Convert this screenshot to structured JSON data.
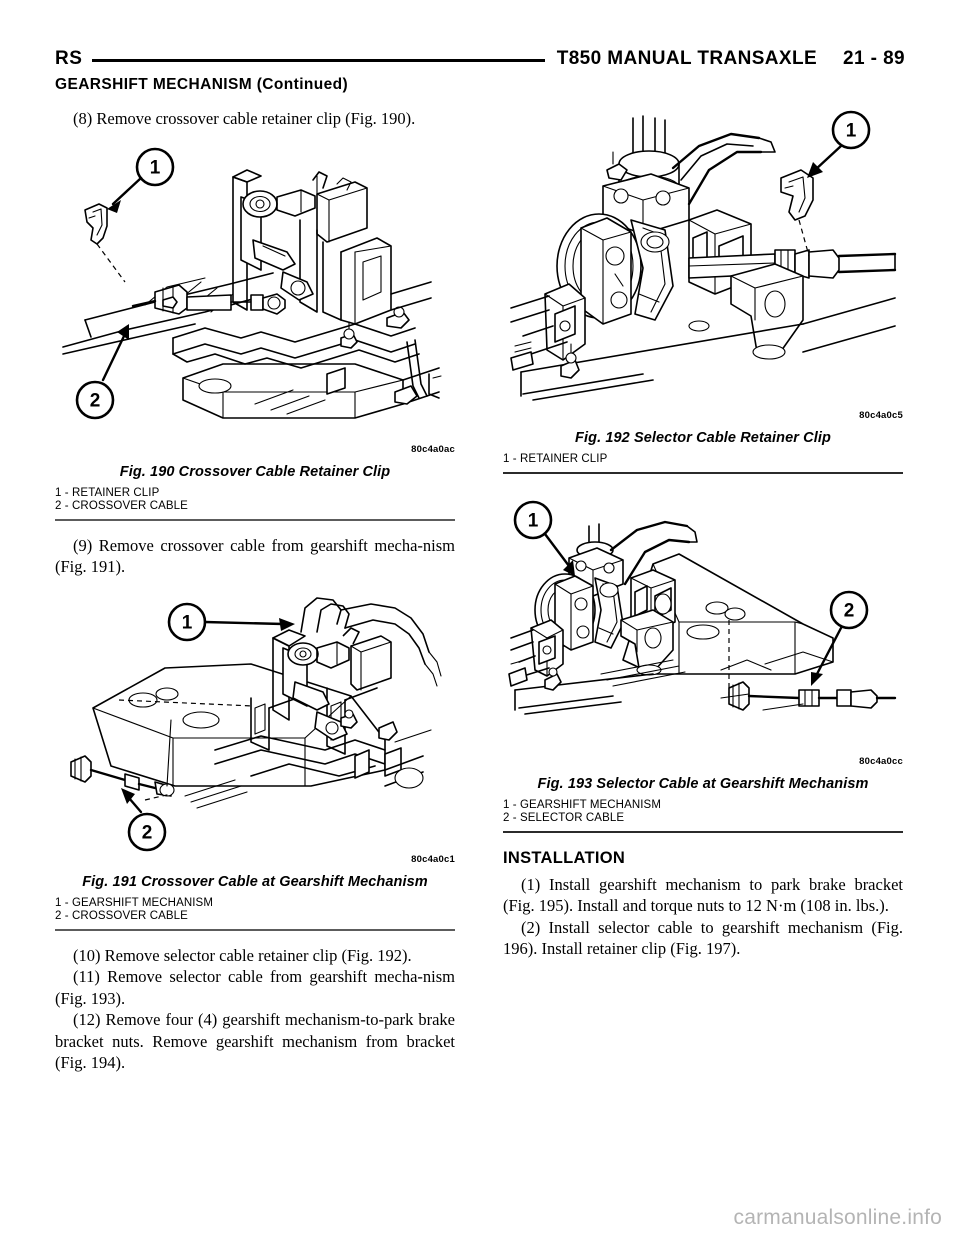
{
  "header": {
    "left_code": "RS",
    "title": "T850 MANUAL TRANSAXLE",
    "page_number": "21 - 89"
  },
  "section_continued": "GEARSHIFT MECHANISM (Continued)",
  "left_column": {
    "step_8": "(8) Remove crossover cable retainer clip (Fig. 190).",
    "fig190": {
      "art_code": "80c4a0ac",
      "caption": "Fig. 190 Crossover Cable Retainer Clip",
      "legend": [
        "1 - RETAINER CLIP",
        "2 - CROSSOVER CABLE"
      ],
      "callouts": [
        "1",
        "2"
      ]
    },
    "step_9": "(9) Remove crossover cable from gearshift mecha-nism (Fig. 191).",
    "fig191": {
      "art_code": "80c4a0c1",
      "caption": "Fig. 191 Crossover Cable at Gearshift Mechanism",
      "legend": [
        "1 - GEARSHIFT MECHANISM",
        "2 - CROSSOVER CABLE"
      ],
      "callouts": [
        "1",
        "2"
      ]
    },
    "step_10": "(10) Remove selector cable retainer clip (Fig. 192).",
    "step_11": "(11) Remove selector cable from gearshift mecha-nism (Fig. 193).",
    "step_12": "(12) Remove four (4) gearshift mechanism-to-park brake bracket nuts. Remove gearshift mechanism from bracket (Fig. 194)."
  },
  "right_column": {
    "fig192": {
      "art_code": "80c4a0c5",
      "caption": "Fig. 192 Selector Cable Retainer Clip",
      "legend": [
        "1 - RETAINER CLIP"
      ],
      "callouts": [
        "1"
      ]
    },
    "fig193": {
      "art_code": "80c4a0cc",
      "caption": "Fig. 193 Selector Cable at Gearshift Mechanism",
      "legend": [
        "1 - GEARSHIFT MECHANISM",
        "2 - SELECTOR CABLE"
      ],
      "callouts": [
        "1",
        "2"
      ]
    },
    "installation_heading": "INSTALLATION",
    "install_1": "(1) Install gearshift mechanism to park brake bracket (Fig. 195). Install and torque nuts to 12 N·m (108 in. lbs.).",
    "install_2": "(2) Install selector cable to gearshift mechanism (Fig. 196). Install retainer clip (Fig. 197)."
  },
  "watermark": "carmanualsonline.info"
}
